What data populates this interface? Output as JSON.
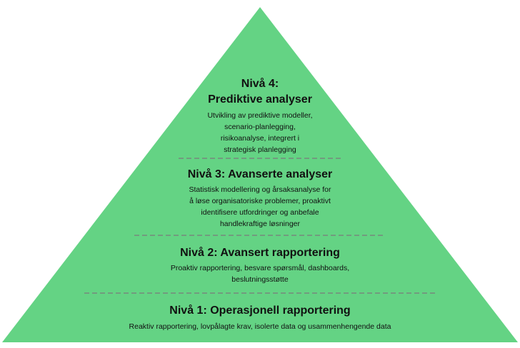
{
  "colors": {
    "pyramid_fill": "#64d384",
    "divider": "#7a7a7a",
    "text": "#111111"
  },
  "levels": [
    {
      "title_line1": "Nivå 4:",
      "title_line2": "Prediktive analyser",
      "desc_lines": [
        "Utvikling av prediktive modeller,",
        "scenario-planlegging,",
        "risikoanalyse, integrert i",
        "strategisk planlegging"
      ]
    },
    {
      "title": "Nivå 3: Avanserte analyser",
      "desc_lines": [
        "Statistisk modellering og årsaksanalyse for",
        "å løse organisatoriske problemer, proaktivt",
        "identifisere utfordringer og anbefale",
        "handlekraftige løsninger"
      ]
    },
    {
      "title": "Nivå 2: Avansert rapportering",
      "desc_lines": [
        "Proaktiv rapportering, besvare spørsmål, dashboards,",
        "beslutningsstøtte"
      ]
    },
    {
      "title": "Nivå 1: Operasjonell rapportering",
      "desc_lines": [
        "Reaktiv rapportering, lovpålagte krav, isolerte data og usammenhengende data"
      ]
    }
  ]
}
